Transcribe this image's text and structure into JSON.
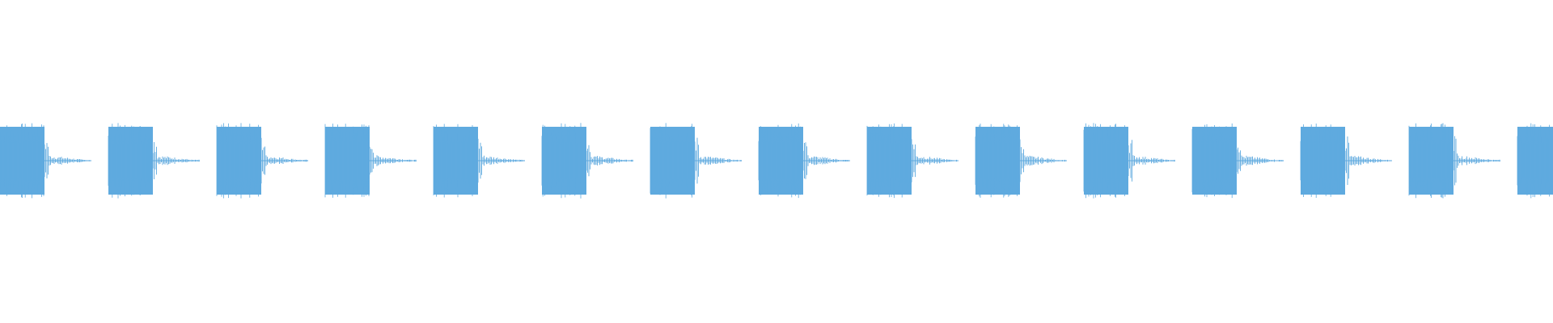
{
  "waveform": {
    "color": "#5faadf",
    "background": "#ffffff",
    "burst_count": 15,
    "burst_peak_level": 0.45,
    "burst_body_level": 0.2,
    "tail_level": 0.02
  }
}
